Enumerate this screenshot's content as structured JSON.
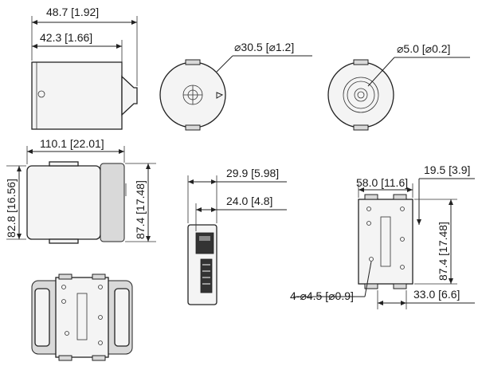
{
  "dimensions": {
    "side_total_length": "48.7 [1.92]",
    "side_body_length": "42.3 [1.66]",
    "front_diameter": "⌀30.5 [⌀1.2]",
    "rear_hole_diameter": "⌀5.0 [⌀0.2]",
    "top_width": "110.1 [22.01]",
    "top_left_height": "82.8 [16.56]",
    "top_right_height": "87.4 [17.48]",
    "connector_outer_width": "29.9 [5.98]",
    "connector_inner_width": "24.0 [4.8]",
    "bracket_width": "58.0 [11.6]",
    "bracket_offset": "19.5 [3.9]",
    "bracket_height": "87.4 [17.48]",
    "bracket_holes": "4-⌀4.5 [⌀0.9]",
    "bracket_base": "33.0 [6.6]"
  },
  "colors": {
    "line": "#222222",
    "body_fill": "#f4f4f4",
    "shade_fill": "#d9d9d9"
  }
}
